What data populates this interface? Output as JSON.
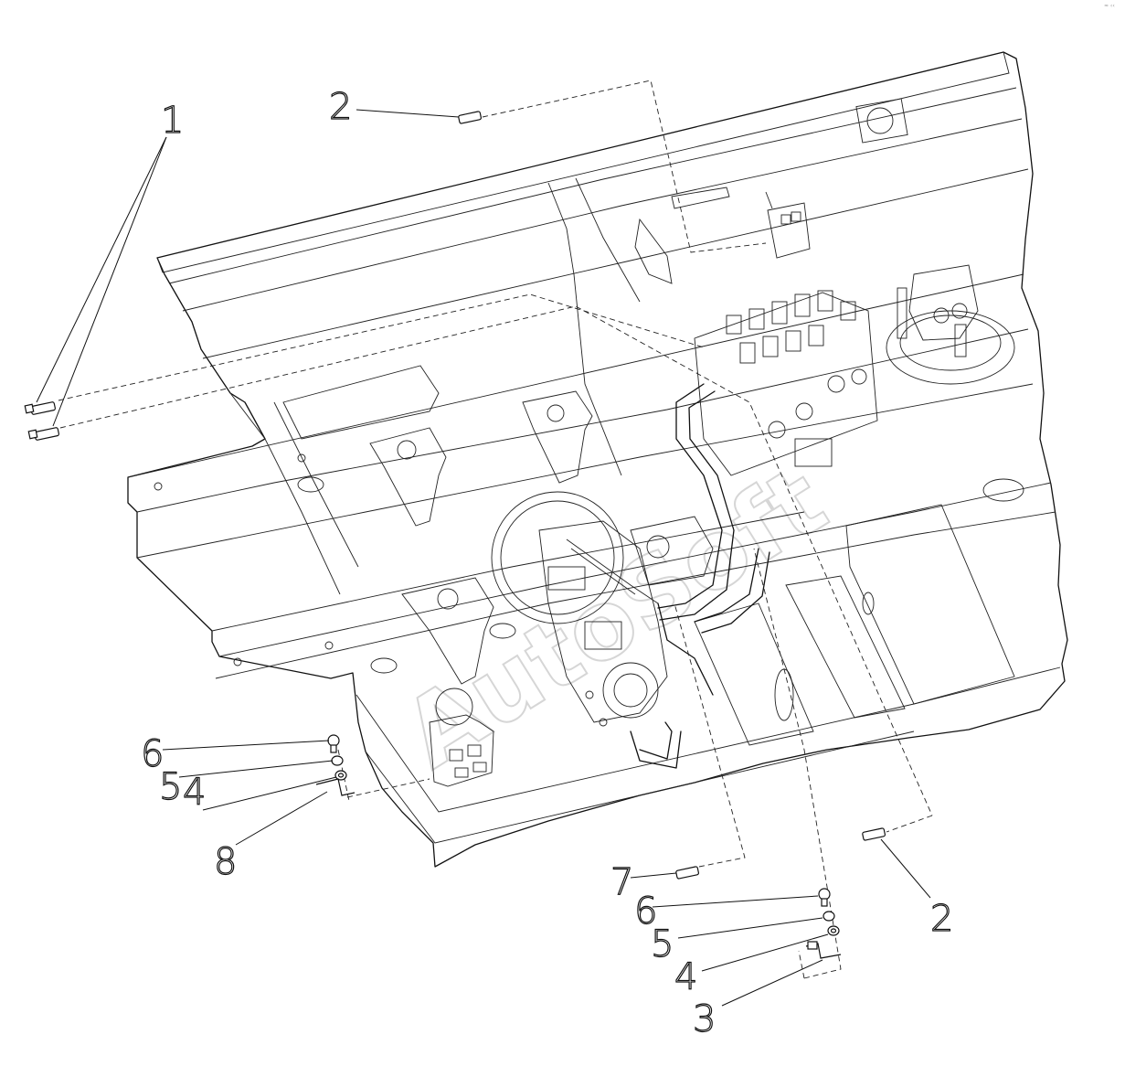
{
  "watermark": "AutoSoft",
  "corner_mark": "≈ ‹‹",
  "callouts": {
    "c1": "1",
    "c2_top": "2",
    "c2_right": "2",
    "c3": "3",
    "c4_left": "4",
    "c4_right": "4",
    "c5_left": "5",
    "c5_right": "5",
    "c6_left": "6",
    "c6_right": "6",
    "c7": "7",
    "c8": "8"
  }
}
